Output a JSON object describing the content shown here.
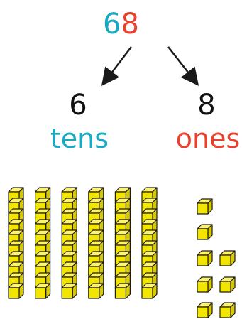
{
  "number": {
    "tens_digit": "6",
    "ones_digit": "8"
  },
  "split": {
    "tens_value": "6",
    "ones_value": "8",
    "tens_label": "tens",
    "ones_label": "ones"
  },
  "blocks": {
    "tens_rods": 6,
    "cubes_per_rod": 10,
    "ones_cubes": 8
  },
  "colors": {
    "tens": "#19a9c2",
    "ones": "#e8412e",
    "block_front": "#f2e600",
    "block_top": "#fff36b",
    "block_side": "#d8c800",
    "outline": "#1a1a1a"
  }
}
